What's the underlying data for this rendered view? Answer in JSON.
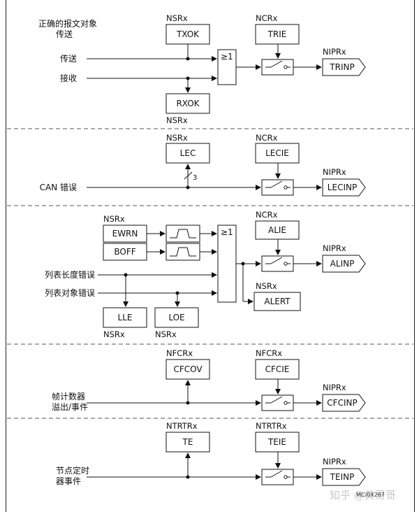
{
  "section1": {
    "caption_line1": "正确的报文对象",
    "caption_line2": "传送",
    "signal_tx": "传送",
    "signal_rx": "接收",
    "reg_txok": "NSRx",
    "box_txok": "TXOK",
    "reg_rxok": "NSRx",
    "box_rxok": "RXOK",
    "or_gate": "≥1",
    "reg_trie": "NCRx",
    "box_trie": "TRIE",
    "reg_out": "NIPRx",
    "out": "TRINP"
  },
  "section2": {
    "signal": "CAN 错误",
    "reg_lec": "NSRx",
    "box_lec": "LEC",
    "bus_width": "3",
    "reg_lecie": "NCRx",
    "box_lecie": "LECIE",
    "reg_out": "NIPRx",
    "out": "LECINP"
  },
  "section3": {
    "reg_status": "NSRx",
    "box_ewrn": "EWRN",
    "box_boff": "BOFF",
    "signal_lle": "列表长度错误",
    "signal_loe": "列表对象错误",
    "box_lle": "LLE",
    "box_loe": "LOE",
    "reg_lle": "NSRx",
    "reg_loe": "NSRx",
    "or_gate": "≥1",
    "reg_alie": "NCRx",
    "box_alie": "ALIE",
    "reg_alert": "NSRx",
    "box_alert": "ALERT",
    "reg_out": "NIPRx",
    "out": "ALINP"
  },
  "section4": {
    "caption_line1": "帧计数器",
    "caption_line2": "溢出/事件",
    "reg_cfcov": "NFCRx",
    "box_cfcov": "CFCOV",
    "reg_cfcie": "NFCRx",
    "box_cfcie": "CFCIE",
    "reg_out": "NIPRx",
    "out": "CFCINP"
  },
  "section5": {
    "caption_line1": "节点定时",
    "caption_line2": "器事件",
    "reg_te": "NTRTRx",
    "box_te": "TE",
    "reg_teie": "NTRTRx",
    "box_teie": "TEIE",
    "reg_out": "NIPRx",
    "out": "TEINP"
  },
  "footer": {
    "figure_id": "MC/0X267",
    "watermark": "知乎 @黄哥哥"
  }
}
